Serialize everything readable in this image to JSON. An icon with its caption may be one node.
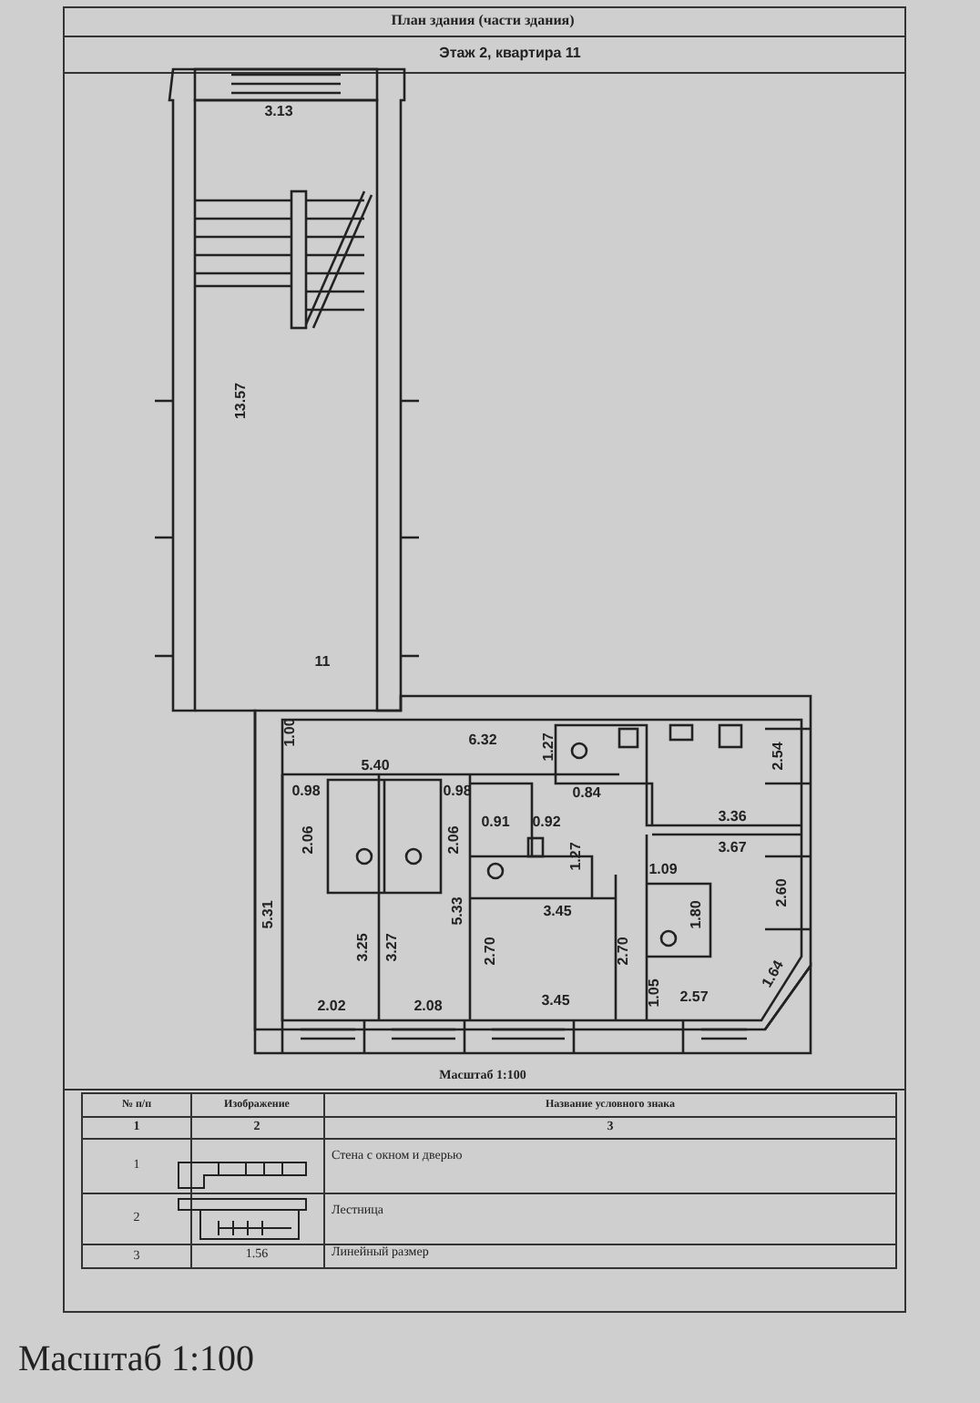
{
  "diagram": {
    "title": "План здания (части здания)",
    "caption": "Масштаб 1:100",
    "labels": [
      "Этаж 2, квартира 11",
      "3.13",
      "13.57",
      "11",
      "1.00",
      "6.32",
      "1.27",
      "5.40",
      "0.98",
      "0.98",
      "0.84",
      "2.54",
      "0.91",
      "0.92",
      "2.06",
      "2.06",
      "3.36",
      "3.67",
      "1.27",
      "1.09",
      "5.31",
      "5.33",
      "3.45",
      "1.80",
      "2.60",
      "3.25",
      "3.27",
      "2.70",
      "2.70",
      "1.64",
      "1.05",
      "2.02",
      "2.08",
      "3.45",
      "2.57",
      "Масштаб 1:100",
      "№ п/п",
      "Изображение",
      "Название условного знака",
      "1",
      "2",
      "3",
      "1",
      "Стена с окном и дверью",
      "2",
      "Лестница",
      "3",
      "1.56",
      "Линейный размер"
    ]
  }
}
